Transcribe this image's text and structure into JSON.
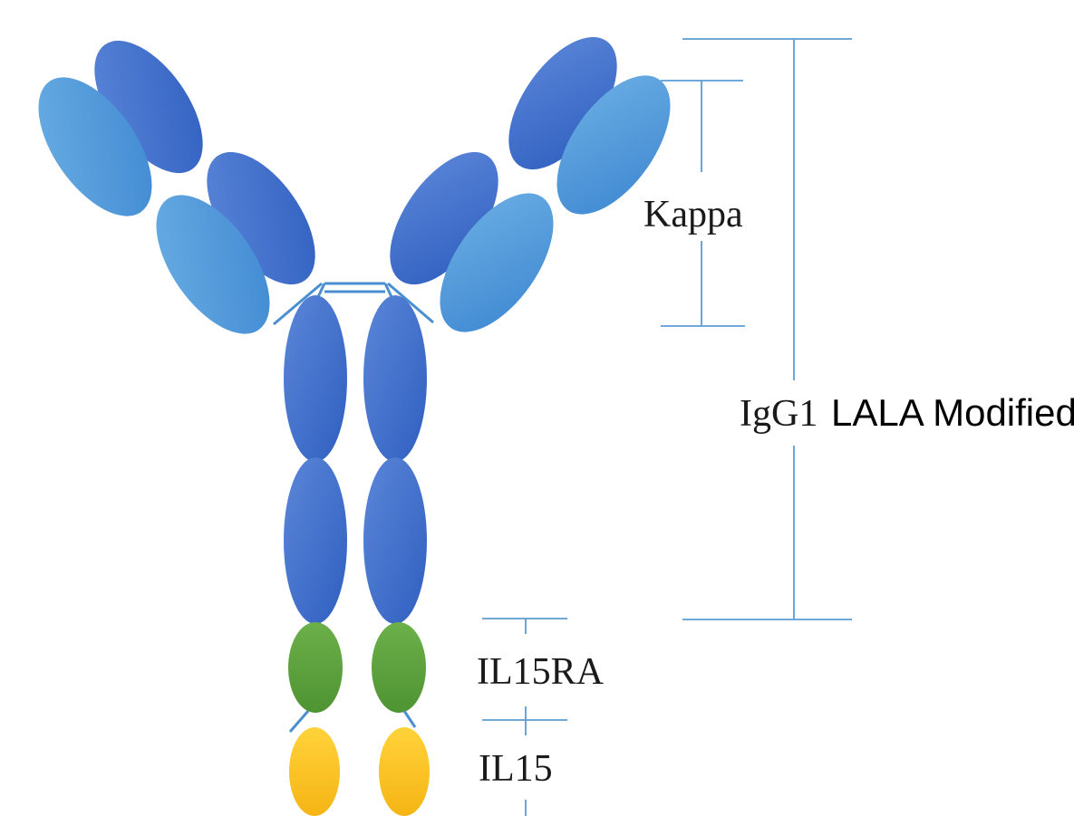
{
  "labels": {
    "kappa": "Kappa",
    "igg1": "IgG1",
    "lala": "LALA Modified",
    "il15ra": "IL15RA",
    "il15": "IL15"
  },
  "colors": {
    "heavy_chain": "#3f6fcd",
    "light_chain": "#4f97da",
    "il15ra_domain": "#5ea23e",
    "il15_domain": "#fcc21b",
    "bracket": "#5b9bd5",
    "linker": "#4a8fd0"
  },
  "domains": [
    "heavy-left-vh",
    "light-left-vl",
    "heavy-left-ch1",
    "light-left-cl",
    "heavy-right-vh",
    "light-right-vl",
    "heavy-right-ch1",
    "light-right-cl",
    "heavy-left-ch2",
    "heavy-right-ch2",
    "heavy-left-ch3",
    "heavy-right-ch3",
    "il15ra-left",
    "il15ra-right",
    "il15-left",
    "il15-right"
  ]
}
